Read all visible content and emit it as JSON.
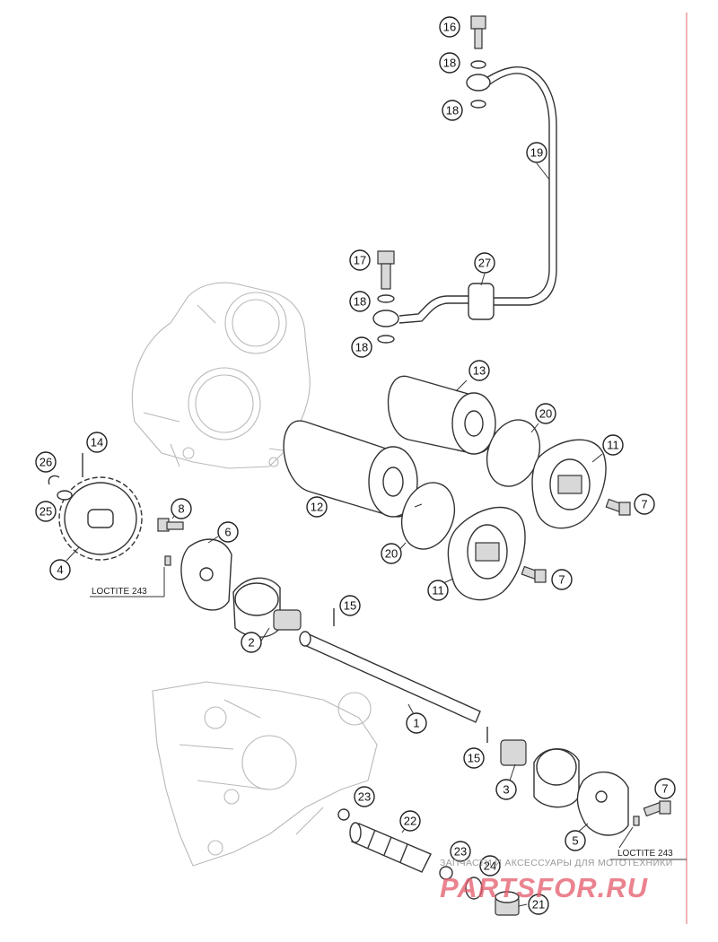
{
  "diagram": {
    "callouts": [
      {
        "id": "16",
        "label": "16"
      },
      {
        "id": "18a",
        "label": "18"
      },
      {
        "id": "18b",
        "label": "18"
      },
      {
        "id": "19",
        "label": "19"
      },
      {
        "id": "17",
        "label": "17"
      },
      {
        "id": "27",
        "label": "27"
      },
      {
        "id": "18c",
        "label": "18"
      },
      {
        "id": "18d",
        "label": "18"
      },
      {
        "id": "13",
        "label": "13"
      },
      {
        "id": "20a",
        "label": "20"
      },
      {
        "id": "11a",
        "label": "11"
      },
      {
        "id": "7a",
        "label": "7"
      },
      {
        "id": "14",
        "label": "14"
      },
      {
        "id": "26",
        "label": "26"
      },
      {
        "id": "25",
        "label": "25"
      },
      {
        "id": "8",
        "label": "8"
      },
      {
        "id": "6",
        "label": "6"
      },
      {
        "id": "12",
        "label": "12"
      },
      {
        "id": "20b",
        "label": "20"
      },
      {
        "id": "7b",
        "label": "7"
      },
      {
        "id": "4",
        "label": "4"
      },
      {
        "id": "11b",
        "label": "11"
      },
      {
        "id": "15a",
        "label": "15"
      },
      {
        "id": "2",
        "label": "2"
      },
      {
        "id": "1",
        "label": "1"
      },
      {
        "id": "15b",
        "label": "15"
      },
      {
        "id": "3",
        "label": "3"
      },
      {
        "id": "7c",
        "label": "7"
      },
      {
        "id": "23a",
        "label": "23"
      },
      {
        "id": "22",
        "label": "22"
      },
      {
        "id": "5",
        "label": "5"
      },
      {
        "id": "23b",
        "label": "23"
      },
      {
        "id": "24",
        "label": "24"
      },
      {
        "id": "21",
        "label": "21"
      }
    ],
    "loctite_labels": [
      "LOCTITE 243",
      "LOCTITE 243"
    ]
  },
  "watermark": {
    "tagline": "ЗАПЧАСТИ И АКСЕССУАРЫ ДЛЯ МОТОТЕХНИКИ",
    "brand": "PARTSFOR.RU"
  },
  "colors": {
    "line": "#333333",
    "ghost": "#b9b9b9",
    "watermark_brand": "#e35a6a",
    "margin_line": "#e26a6a"
  }
}
